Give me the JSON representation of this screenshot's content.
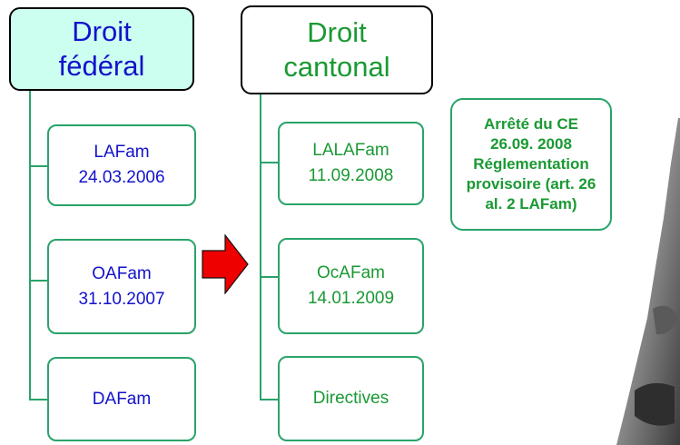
{
  "federal": {
    "title_line1": "Droit",
    "title_line2": "fédéral",
    "color": "#1212cc",
    "fill": "#ccfff0",
    "items": [
      {
        "line1": "LAFam",
        "line2": "24.03.2006"
      },
      {
        "line1": "OAFam",
        "line2": "31.10.2007"
      },
      {
        "line1": "DAFam",
        "line2": ""
      }
    ]
  },
  "cantonal": {
    "title_line1": "Droit",
    "title_line2": "cantonal",
    "color": "#1a9933",
    "items": [
      {
        "line1": "LALAFam",
        "line2": "11.09.2008"
      },
      {
        "line1": "OcAFam",
        "line2": "14.01.2009"
      },
      {
        "line1": "Directives",
        "line2": ""
      }
    ]
  },
  "note": {
    "line1": "Arrêté du CE",
    "line2": "26.09. 2008",
    "line3": "Réglementation",
    "line4": "provisoire (art. 26",
    "line5": "al. 2 LAFam)",
    "color": "#1a9933"
  },
  "arrow": {
    "icon": "right-arrow-icon",
    "color": "#ee0000"
  },
  "connector_color": "#2aa36a"
}
